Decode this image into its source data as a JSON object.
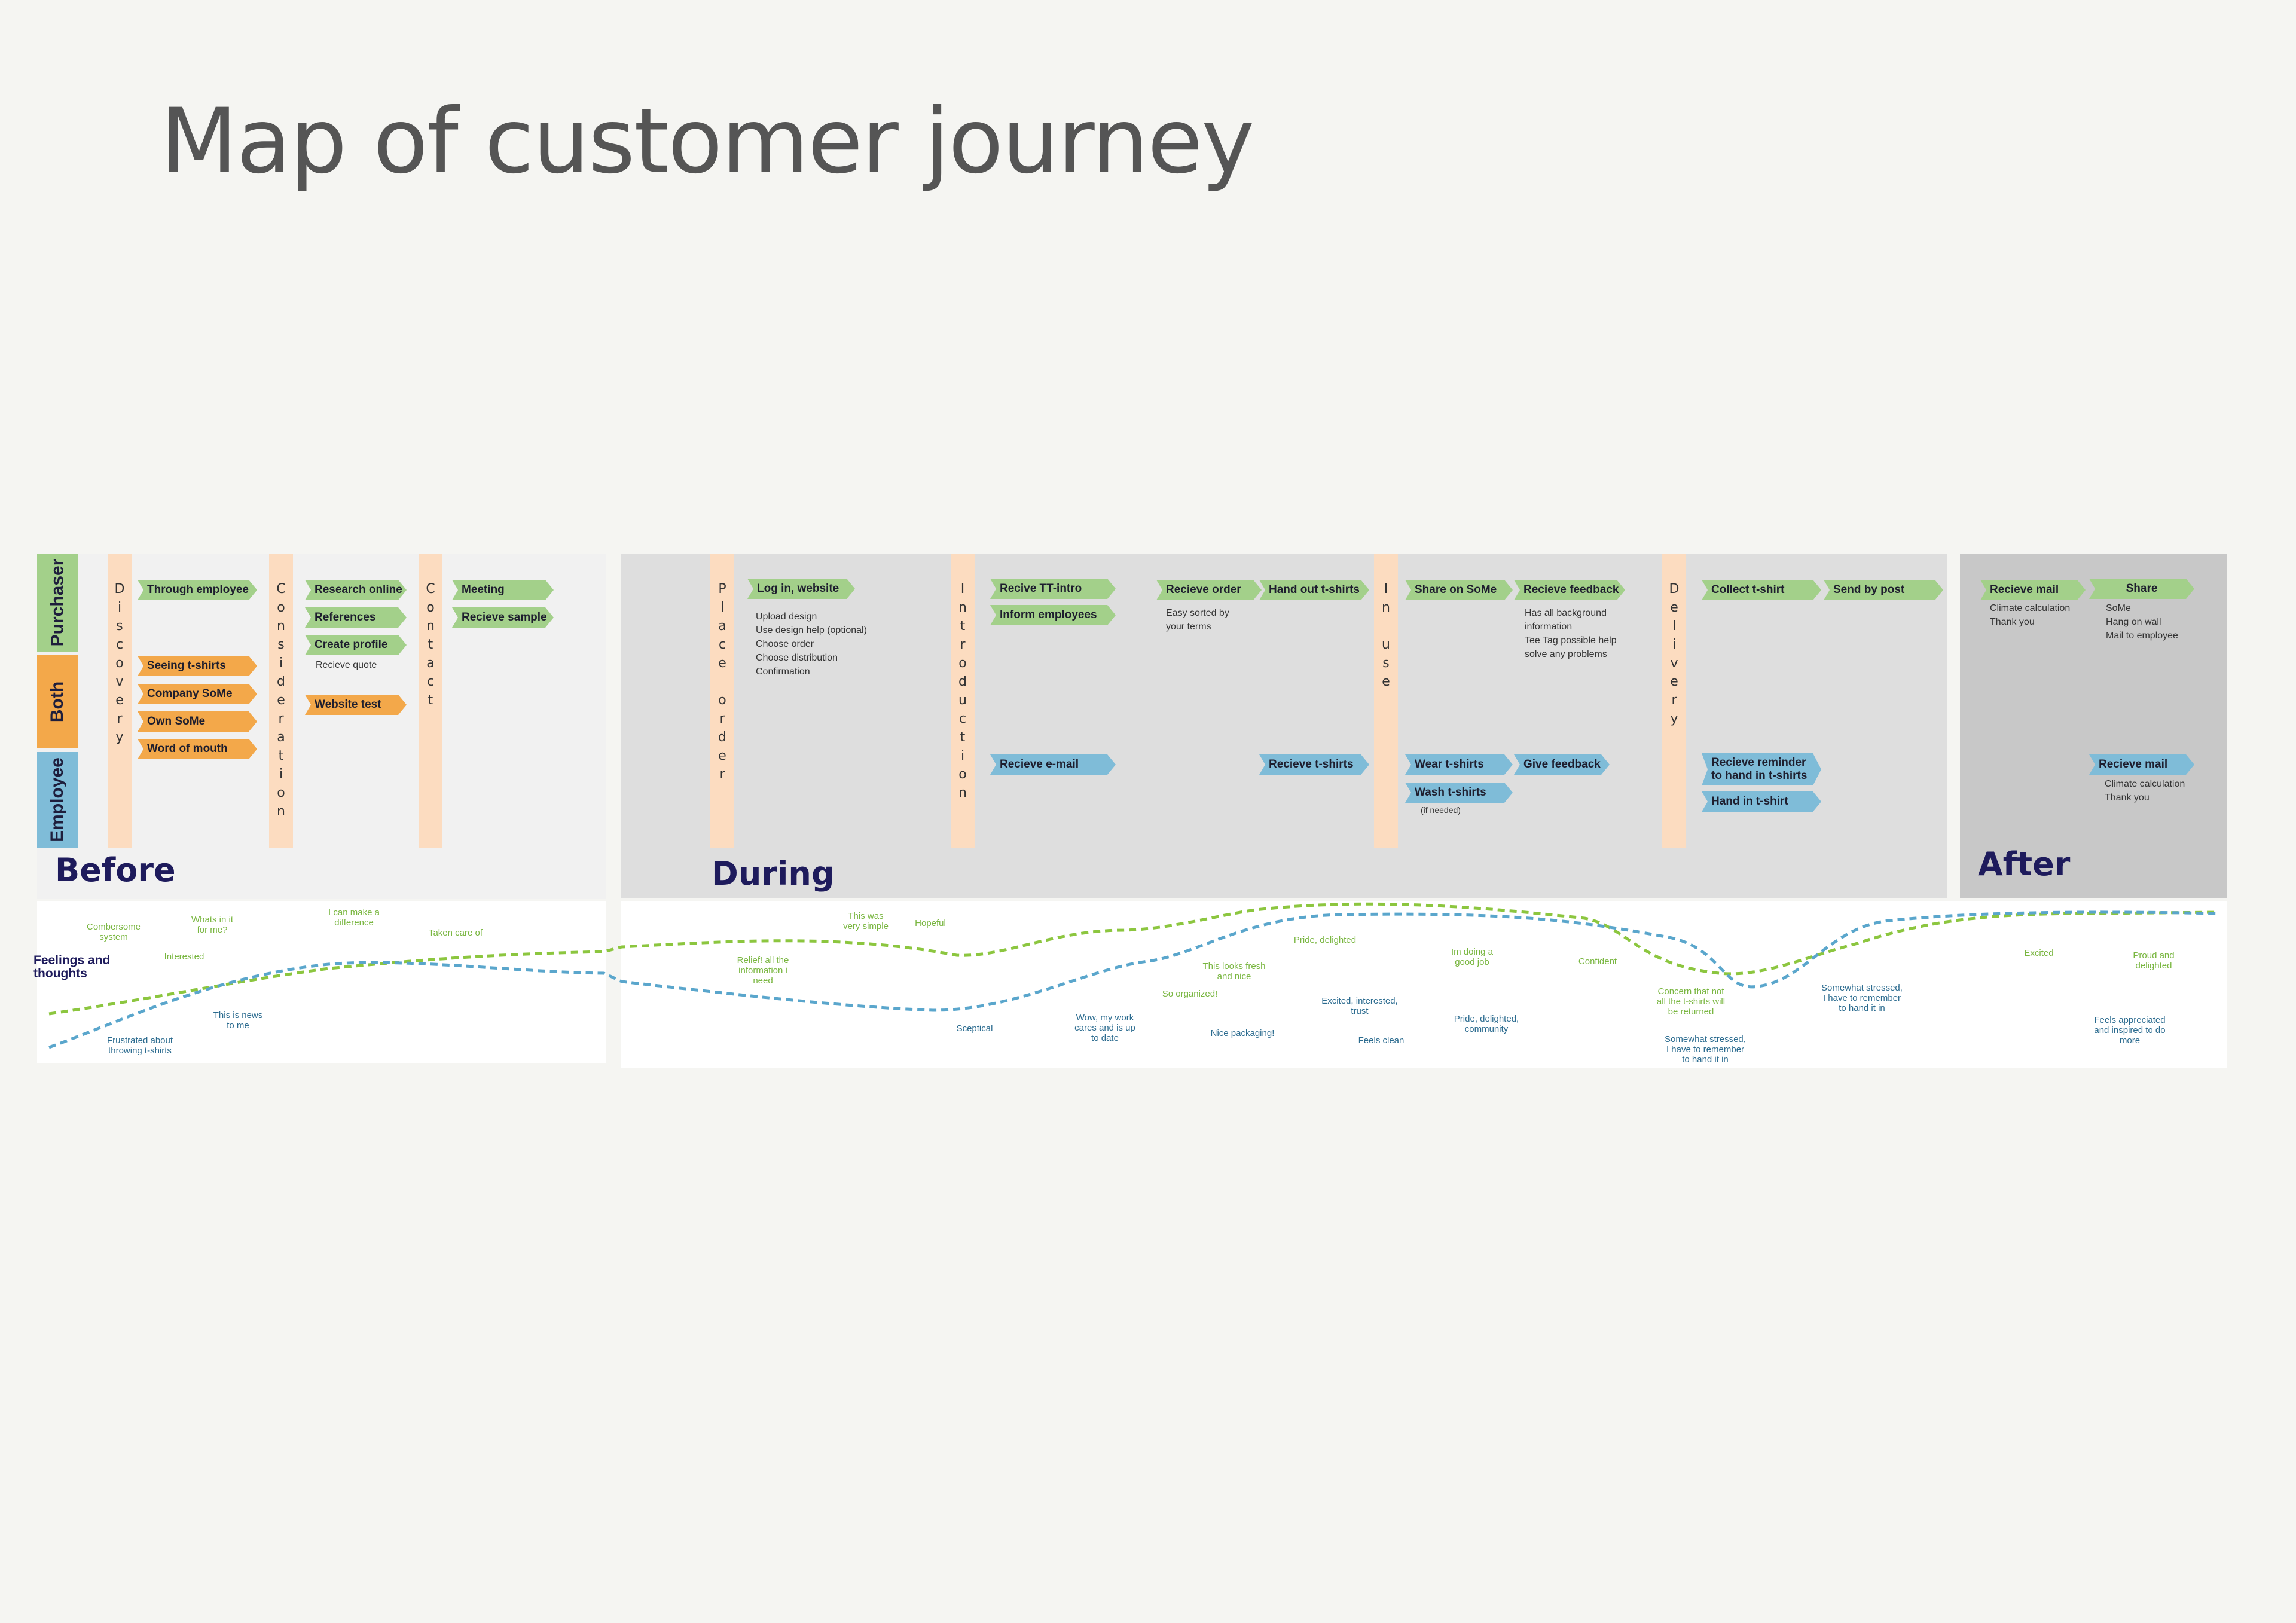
{
  "title": "Map of customer journey",
  "rows": {
    "purchaser": "Purchaser",
    "both": "Both",
    "employee": "Employee"
  },
  "phases": {
    "before": "Before",
    "during": "During",
    "after": "After"
  },
  "stages": {
    "discovery": "Discovery",
    "consideration": "Consideration",
    "contact": "Contact",
    "place_order": "Place order",
    "introduction": "Introduction",
    "in_use": "In use",
    "delivery": "Delivery"
  },
  "tags": {
    "through_employee": "Through employee",
    "seeing_tshirts": "Seeing t-shirts",
    "company_some": "Company SoMe",
    "own_some": "Own SoMe",
    "word_of_mouth": "Word of mouth",
    "research_online": "Research online",
    "references": "References",
    "create_profile": "Create profile",
    "website_test": "Website test",
    "meeting": "Meeting",
    "recieve_sample": "Recieve sample",
    "log_in": "Log in, website",
    "recive_tt_intro": "Recive TT-intro",
    "inform_employees": "Inform employees",
    "recieve_email": "Recieve e-mail",
    "recieve_order": "Recieve order",
    "hand_out_tshirts": "Hand out t-shirts",
    "recieve_tshirts": "Recieve t-shirts",
    "share_on_some": "Share on SoMe",
    "recieve_feedback": "Recieve feedback",
    "wear_tshirts": "Wear t-shirts",
    "give_feedback": "Give feedback",
    "wash_tshirts": "Wash t-shirts",
    "collect_tshirt": "Collect t-shirt",
    "send_by_post": "Send by post",
    "recieve_reminder": "Recieve reminder\nto hand in t-shirts",
    "hand_in_tshirt": "Hand in t-shirt",
    "recieve_mail": "Recieve mail",
    "share": "Share",
    "recieve_mail_emp": "Recieve mail"
  },
  "notes": {
    "recieve_quote": "Recieve quote",
    "log_in_steps": "Upload design\nUse design help (optional)\nChoose order\nChoose distribution\nConfirmation",
    "easy_sorted": "Easy sorted by\nyour terms",
    "background_info": "Has all background\ninformation\nTee Tag possible help\nsolve any problems",
    "if_needed": "(if needed)",
    "after_purchaser": "Climate calculation\nThank you",
    "share_list": "SoMe\nHang on wall\nMail to employee",
    "after_employee": "Climate calculation\nThank you"
  },
  "feelings": {
    "label": "Feelings and\nthoughts",
    "items": [
      {
        "key": "a1",
        "text": "Combersome\nsystem",
        "c": "g"
      },
      {
        "key": "a2",
        "text": "Whats in it\nfor me?",
        "c": "g"
      },
      {
        "key": "a3",
        "text": "I can make a\ndifference",
        "c": "g"
      },
      {
        "key": "a4",
        "text": "Interested",
        "c": "g"
      },
      {
        "key": "a5",
        "text": "Taken care of",
        "c": "g"
      },
      {
        "key": "a6",
        "text": "This is news\nto me",
        "c": "b"
      },
      {
        "key": "a7",
        "text": "Frustrated about\nthrowing t-shirts",
        "c": "b"
      },
      {
        "key": "b1",
        "text": "This was\nvery simple",
        "c": "g"
      },
      {
        "key": "b2",
        "text": "Hopeful",
        "c": "g"
      },
      {
        "key": "b3",
        "text": "Relief! all the\ninformation i\nneed",
        "c": "g"
      },
      {
        "key": "b4",
        "text": "Sceptical",
        "c": "b"
      },
      {
        "key": "b5",
        "text": "Wow, my work\ncares and is up\nto date",
        "c": "b"
      },
      {
        "key": "b6",
        "text": "Pride, delighted",
        "c": "g"
      },
      {
        "key": "b7",
        "text": "This looks fresh\nand nice",
        "c": "g"
      },
      {
        "key": "b8",
        "text": "So organized!",
        "c": "g"
      },
      {
        "key": "b9",
        "text": "Nice packaging!",
        "c": "b"
      },
      {
        "key": "b10",
        "text": "Excited, interested,\ntrust",
        "c": "b"
      },
      {
        "key": "b11",
        "text": "Feels clean",
        "c": "b"
      },
      {
        "key": "b12",
        "text": "Im doing a\ngood job",
        "c": "g"
      },
      {
        "key": "b13",
        "text": "Confident",
        "c": "g"
      },
      {
        "key": "b14",
        "text": "Pride, delighted,\ncommunity",
        "c": "b"
      },
      {
        "key": "c1",
        "text": "Concern that not\nall the t-shirts will\nbe returned",
        "c": "g"
      },
      {
        "key": "c2",
        "text": "Somewhat stressed,\nI have to remember\nto hand it in",
        "c": "b"
      },
      {
        "key": "c3",
        "text": "Somewhat stressed,\nI have to remember\nto hand it in",
        "c": "b"
      },
      {
        "key": "d1",
        "text": "Excited",
        "c": "g"
      },
      {
        "key": "d2",
        "text": "Proud and\ndelighted",
        "c": "g"
      },
      {
        "key": "d3",
        "text": "Feels appreciated\nand inspired to do\nmore",
        "c": "b"
      }
    ]
  },
  "colors": {
    "purchaser_green": "#a3d08a",
    "both_orange": "#f3a84a",
    "employee_blue": "#7fbcd8",
    "stage_peach": "#fcdcc0",
    "purchaser_curve": "#8cc63f",
    "employee_curve": "#5aa6cc",
    "phase_heading": "#1e1b5c"
  }
}
